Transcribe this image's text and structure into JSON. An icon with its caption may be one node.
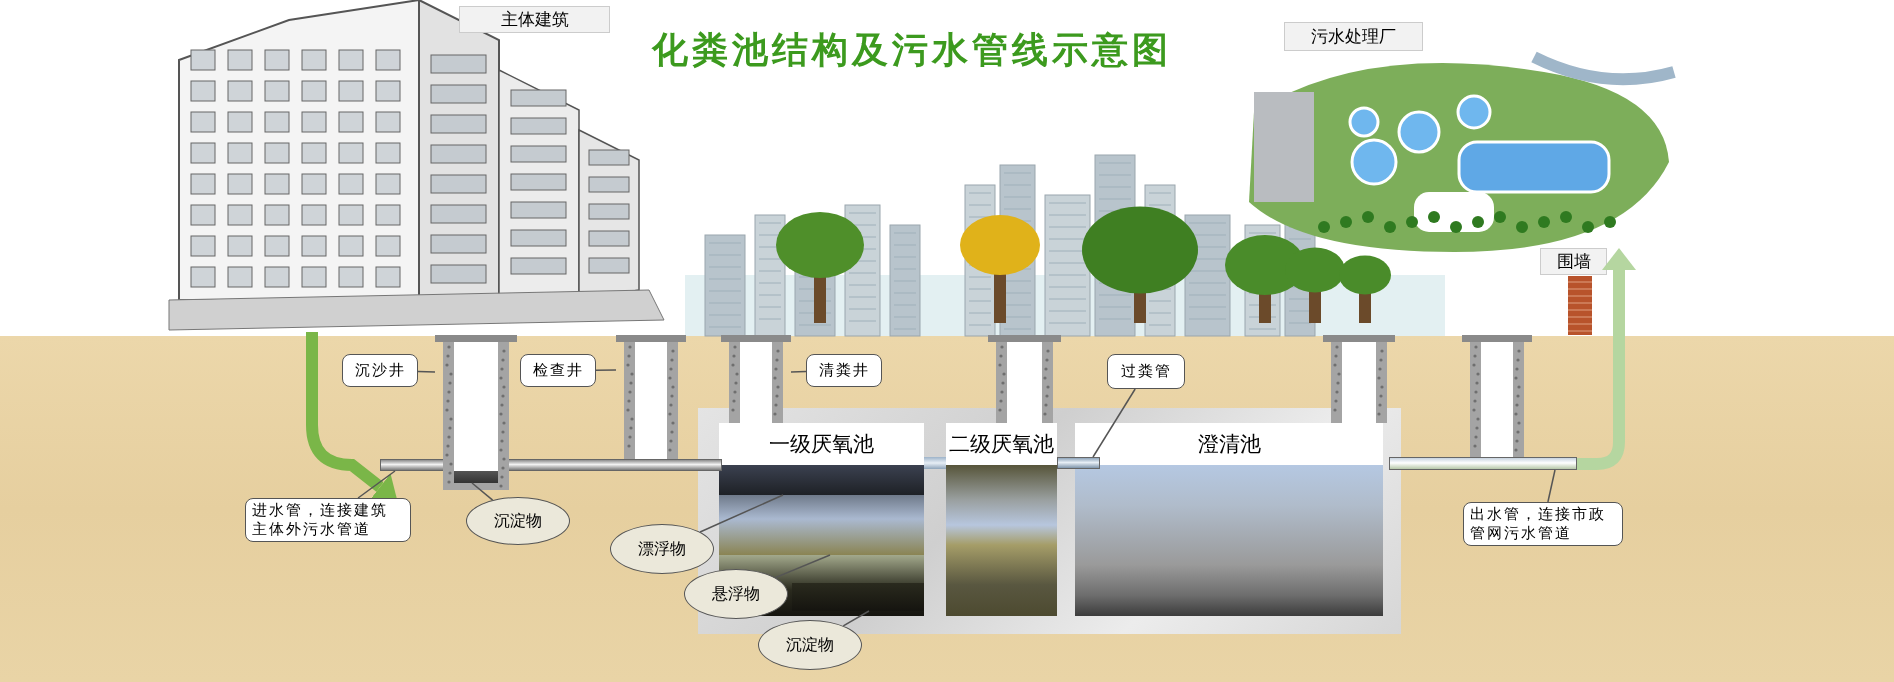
{
  "diagram": {
    "title": "化粪池结构及污水管线示意图",
    "nodes": [
      {
        "text": [
          "主体建筑"
        ]
      },
      {
        "text": [
          "污水处理厂"
        ]
      },
      {
        "text": [
          "围墙"
        ]
      },
      {
        "text": [
          "进水管，连接建筑主体外污水管道"
        ]
      },
      {
        "text": [],
        "shape": "bar"
      },
      {
        "text": [
          "沉沙井"
        ]
      },
      {
        "text": [],
        "shape": "box"
      },
      {
        "text": [
          "检查井"
        ]
      },
      {
        "text": [],
        "shape": "box"
      },
      {
        "text": [
          "清粪井"
        ]
      },
      {
        "text": [],
        "shape": "box"
      },
      {
        "text": [
          "一级厌氧池"
        ]
      },
      {
        "text": [
          "二级厌氧池"
        ]
      },
      {
        "text": [
          "澄清池"
        ]
      },
      {
        "text": [
          "过粪管"
        ]
      },
      {
        "text": [],
        "shape": "bar"
      },
      {
        "text": [
          "沉淀物"
        ]
      },
      {
        "text": [
          "漂浮物"
        ]
      },
      {
        "text": [
          "悬浮物"
        ]
      },
      {
        "text": [
          "沉淀物"
        ]
      },
      {
        "text": [
          "出水管，连接市政管网污水管道"
        ]
      },
      {
        "text": [],
        "shape": "bar"
      },
      {
        "text": [],
        "shape": "box"
      },
      {
        "text": [],
        "shape": "box"
      },
      {
        "text": [],
        "shape": "box"
      },
      {
        "text": [],
        "shape": "band",
        "in": 6
      },
      {
        "text": [],
        "shape": "band",
        "in": 11
      },
      {
        "text": [],
        "shape": "band",
        "in": 11
      },
      {
        "text": [],
        "shape": "band",
        "in": 11
      }
    ],
    "edges": [
      {
        "from": 0,
        "to": 4,
        "arrow": "to",
        "style": "thick",
        "color": "#7ab648"
      },
      {
        "from": 3,
        "to": 4,
        "arrow": "none"
      },
      {
        "from": 5,
        "to": 6,
        "arrow": "none"
      },
      {
        "from": 7,
        "to": 8,
        "arrow": "none"
      },
      {
        "from": 9,
        "to": 10,
        "arrow": "none"
      },
      {
        "from": 14,
        "to": 15,
        "arrow": "none"
      },
      {
        "from": 16,
        "to": 25,
        "arrow": "none"
      },
      {
        "from": 17,
        "to": 26,
        "arrow": "none"
      },
      {
        "from": 18,
        "to": 27,
        "arrow": "none"
      },
      {
        "from": 19,
        "to": 28,
        "arrow": "none"
      },
      {
        "from": 20,
        "to": 21,
        "arrow": "none"
      },
      {
        "from": 21,
        "to": 2,
        "arrow": "to",
        "style": "thick",
        "color": "#b5d6a0"
      }
    ]
  }
}
